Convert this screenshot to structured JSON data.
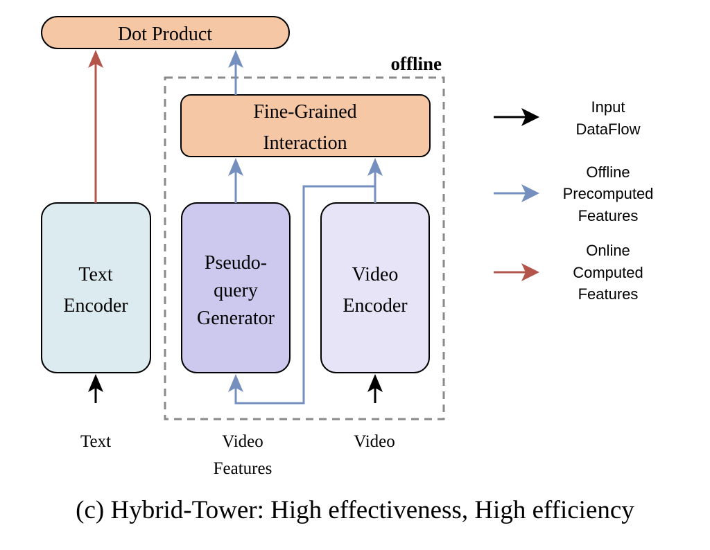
{
  "colors": {
    "orange_fill": "#f5c7a5",
    "text_encoder_fill": "#dcebf0",
    "pseudo_fill": "#cdc8ee",
    "video_fill": "#e6e4f6",
    "blue_arrow": "#7590bf",
    "red_arrow": "#b4554c",
    "black_arrow": "#000000",
    "dashed": "#8a8a8a"
  },
  "nodes": {
    "dot_product": "Dot Product",
    "fine_grained": [
      "Fine-Grained",
      "Interaction"
    ],
    "text_encoder": [
      "Text",
      "Encoder"
    ],
    "pseudo_query": [
      "Pseudo-",
      "query",
      "Generator"
    ],
    "video_encoder": [
      "Video",
      "Encoder"
    ]
  },
  "offline_label": "offline",
  "inputs": {
    "text": "Text",
    "video_features": [
      "Video",
      "Features"
    ],
    "video": "Video"
  },
  "legend": [
    {
      "arrow": "black",
      "lines": [
        "Input",
        "DataFlow"
      ]
    },
    {
      "arrow": "blue",
      "lines": [
        "Offline",
        "Precomputed",
        "Features"
      ]
    },
    {
      "arrow": "red",
      "lines": [
        "Online",
        "Computed",
        "Features"
      ]
    }
  ],
  "caption": "(c) Hybrid-Tower: High effectiveness, High efficiency"
}
